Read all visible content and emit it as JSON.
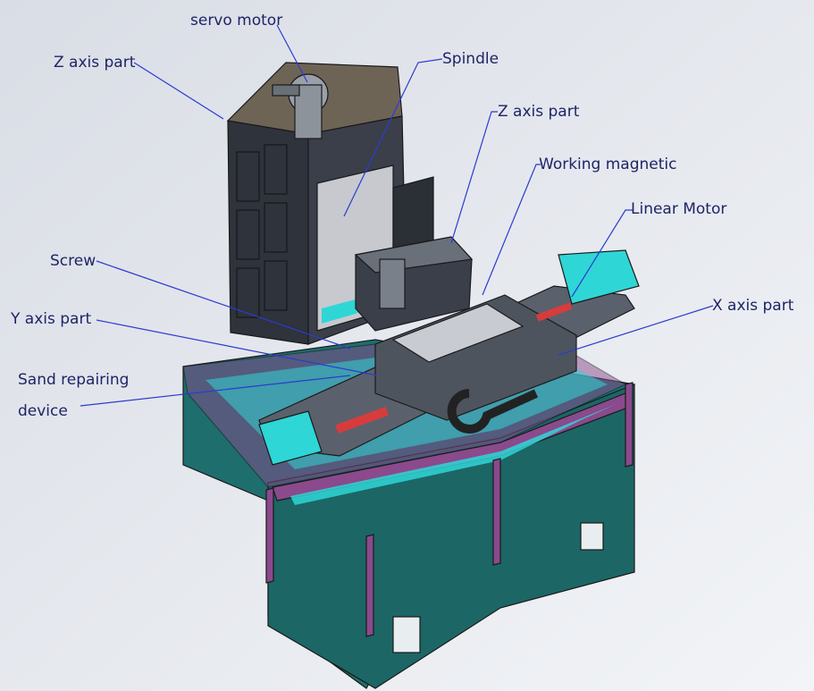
{
  "diagram": {
    "labels": {
      "servo_motor": "servo motor",
      "z_axis_part_left": "Z axis part",
      "spindle": "Spindle",
      "z_axis_part_right": "Z axis part",
      "working_magnetic": "Working magnetic",
      "linear_motor": "Linear Motor",
      "screw": "Screw",
      "x_axis_part": "X axis part",
      "y_axis_part": "Y axis part",
      "sand_repairing_line1": "Sand repairing",
      "sand_repairing_line2": "device"
    },
    "colors": {
      "base": "#1f6e6e",
      "trim": "#8a4a8c",
      "highlight": "#2fd6d6",
      "column": "#3a3f4a",
      "leader": "#2b3bd0",
      "label": "#1f2466"
    }
  }
}
